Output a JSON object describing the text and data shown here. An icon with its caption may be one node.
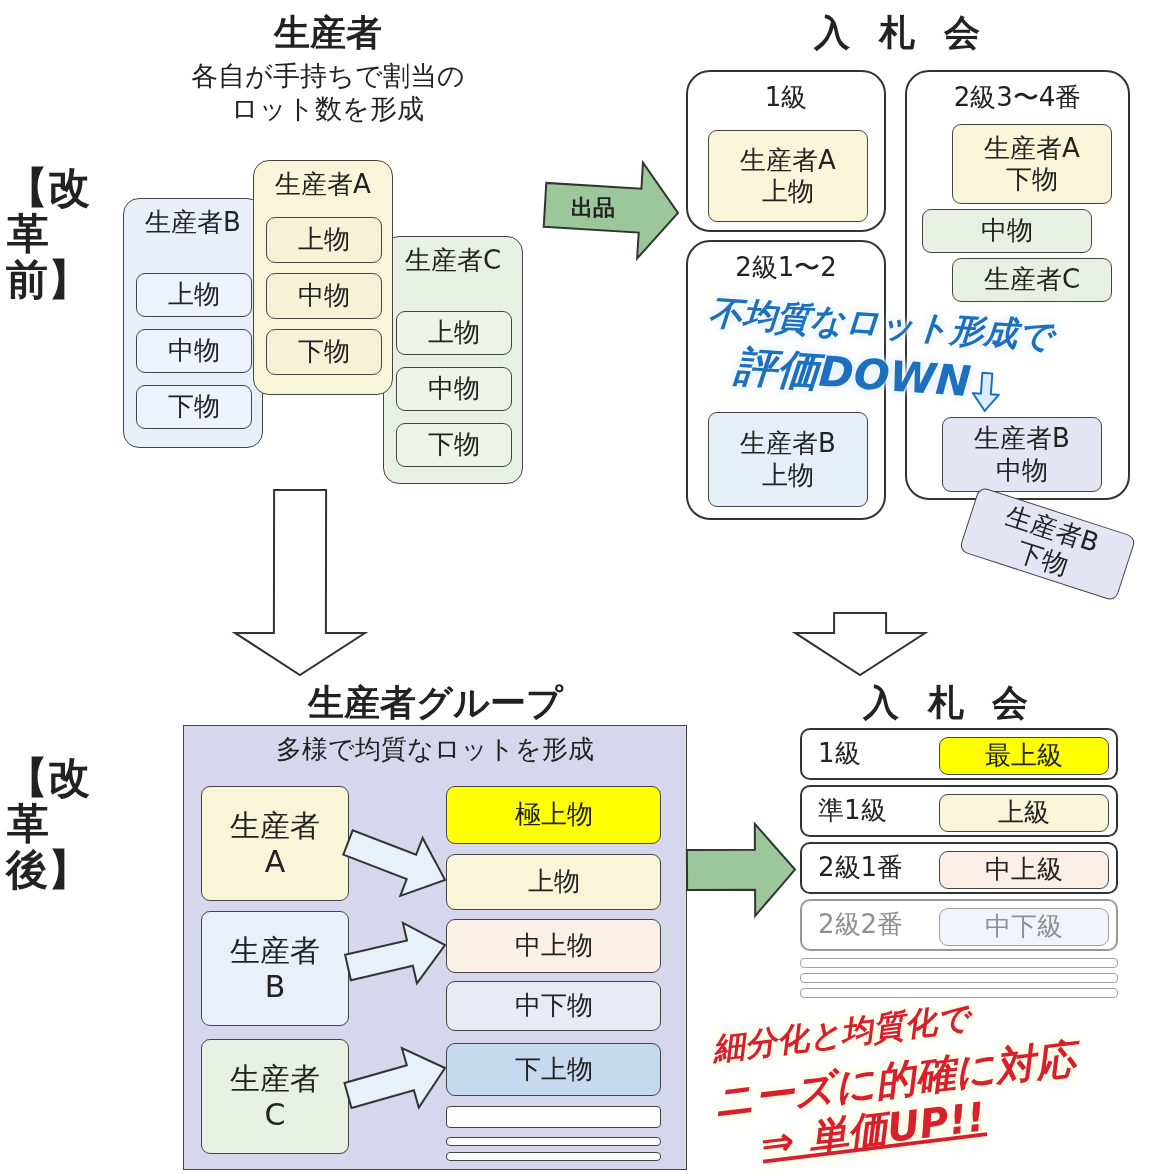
{
  "diagram": {
    "nodes": [
      {
        "text": [
          "生産者",
          "各自が手持ちで割当のロット数を形成"
        ]
      },
      {
        "text": [
          "生産者B"
        ],
        "in": 0
      },
      {
        "text": [
          "上物"
        ],
        "in": 1
      },
      {
        "text": [
          "中物"
        ],
        "in": 1
      },
      {
        "text": [
          "下物"
        ],
        "in": 1
      },
      {
        "text": [
          "生産者C"
        ],
        "in": 0
      },
      {
        "text": [
          "上物"
        ],
        "in": 5
      },
      {
        "text": [
          "中物"
        ],
        "in": 5
      },
      {
        "text": [
          "下物"
        ],
        "in": 5
      },
      {
        "text": [
          "生産者A"
        ],
        "in": 0
      },
      {
        "text": [
          "上物"
        ],
        "in": 9
      },
      {
        "text": [
          "中物"
        ],
        "in": 9
      },
      {
        "text": [
          "下物"
        ],
        "in": 9
      },
      {
        "text": [
          "入札会"
        ]
      },
      {
        "text": [
          "1級"
        ],
        "in": 13
      },
      {
        "text": [
          "生産者A",
          "上物"
        ],
        "in": 14
      },
      {
        "text": [
          "2級1〜2"
        ],
        "in": 13
      },
      {
        "text": [
          "生産者B",
          "上物"
        ],
        "in": 16
      },
      {
        "text": [
          "2級3〜4番"
        ],
        "in": 13
      },
      {
        "text": [
          "生産者A",
          "下物"
        ],
        "in": 18
      },
      {
        "text": [
          "中物"
        ],
        "in": 18
      },
      {
        "text": [
          "生産者C"
        ],
        "in": 18
      },
      {
        "text": [
          "生産者B",
          "中物"
        ],
        "in": 18
      },
      {
        "text": [
          "生産者B",
          "下物"
        ],
        "in": 13
      },
      {
        "text": [
          "生産者グループ"
        ]
      },
      {
        "text": [
          "多様で均質なロットを形成"
        ],
        "in": 24
      },
      {
        "text": [
          "生産者 A"
        ],
        "in": 25
      },
      {
        "text": [
          "生産者 B"
        ],
        "in": 25
      },
      {
        "text": [
          "生産者 C"
        ],
        "in": 25
      },
      {
        "text": [
          "極上物"
        ],
        "in": 25
      },
      {
        "text": [
          "上物"
        ],
        "in": 25
      },
      {
        "text": [
          "中上物"
        ],
        "in": 25
      },
      {
        "text": [
          "中下物"
        ],
        "in": 25
      },
      {
        "text": [
          "下上物"
        ],
        "in": 25
      },
      {
        "text": [],
        "shape": "bar",
        "in": 25
      },
      {
        "text": [],
        "shape": "bar",
        "in": 25
      },
      {
        "text": [],
        "shape": "bar",
        "in": 25
      },
      {
        "text": [
          "入札会"
        ]
      },
      {
        "text": [
          "1級"
        ],
        "in": 37
      },
      {
        "text": [
          "最上級"
        ],
        "in": 38
      },
      {
        "text": [
          "準1級"
        ],
        "in": 37
      },
      {
        "text": [
          "上級"
        ],
        "in": 40
      },
      {
        "text": [
          "2級1番"
        ],
        "in": 37
      },
      {
        "text": [
          "中上級"
        ],
        "in": 42
      },
      {
        "text": [
          "2級2番"
        ],
        "in": 37
      },
      {
        "text": [
          "中下級"
        ],
        "in": 44
      },
      {
        "text": [],
        "shape": "bar",
        "in": 37
      },
      {
        "text": [],
        "shape": "bar",
        "in": 37
      },
      {
        "text": [],
        "shape": "bar",
        "in": 37
      }
    ],
    "edges": [
      {
        "from": 0,
        "to": 13,
        "label": "出品",
        "arrow": "to",
        "color": "#9cc79a"
      },
      {
        "from": 0,
        "to": 24,
        "arrow": "to"
      },
      {
        "from": 13,
        "to": 37,
        "arrow": "to"
      },
      {
        "from": 26,
        "to": 30,
        "arrow": "to",
        "color": "#e8f0fa"
      },
      {
        "from": 27,
        "to": 31,
        "arrow": "to",
        "color": "#e8f0fa"
      },
      {
        "from": 28,
        "to": 33,
        "arrow": "to",
        "color": "#e8f0fa"
      },
      {
        "from": 25,
        "to": 37,
        "arrow": "to",
        "color": "#9cc79a"
      }
    ],
    "labels": [
      "【改革前】",
      "【改革後】",
      "不均質なロット形成で",
      "評価DOWN",
      "細分化と均質化で",
      "ニーズに的確に対応",
      "⇒ 単価UP!!"
    ]
  }
}
